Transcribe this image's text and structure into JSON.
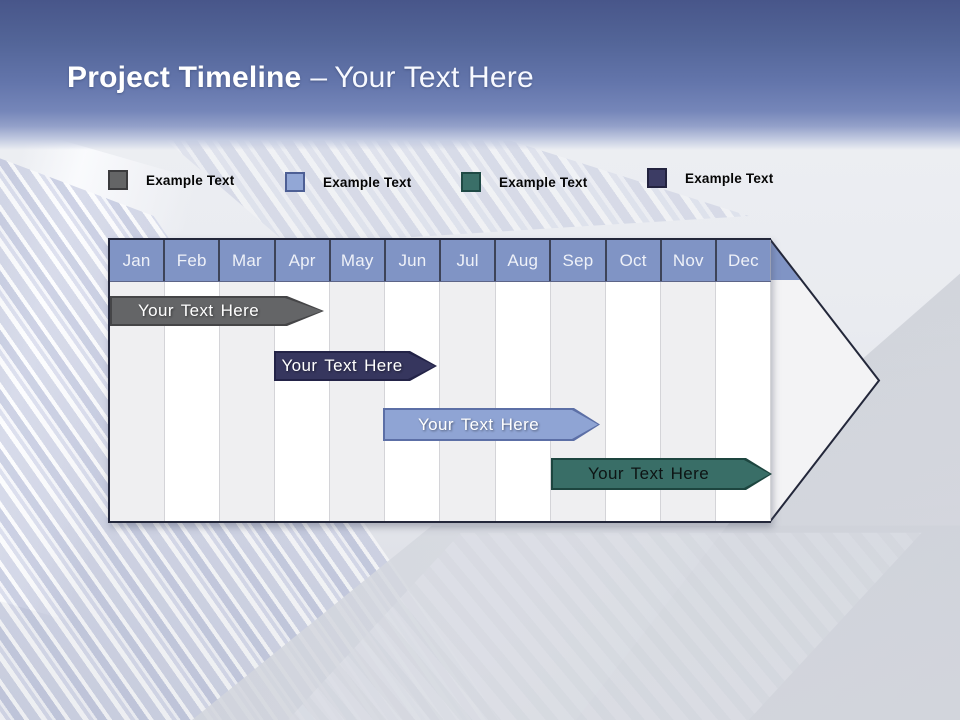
{
  "title": {
    "main": "Project Timeline",
    "separator": "–",
    "subtitle": "Your Text Here"
  },
  "legend": {
    "items": [
      {
        "label": "Example Text",
        "color": "#646566",
        "border": "#3c3c3e"
      },
      {
        "label": "Example Text",
        "color": "#92a7d6",
        "border": "#4d5f95"
      },
      {
        "label": "Example Text",
        "color": "#3a6f68",
        "border": "#1f4a45"
      },
      {
        "label": "Example Text",
        "color": "#3c3c64",
        "border": "#23233f"
      }
    ]
  },
  "chart_data": {
    "type": "gantt",
    "title": "Project Timeline",
    "categories": [
      "Jan",
      "Feb",
      "Mar",
      "Apr",
      "May",
      "Jun",
      "Jul",
      "Aug",
      "Sep",
      "Oct",
      "Nov",
      "Dec"
    ],
    "header_color": "#8094c5",
    "stripe_colors": [
      "#efeff1",
      "#ffffff"
    ],
    "axis_note": "12 equal month columns, Jan–Dec; chart outline is a right-pointing arrow",
    "tasks": [
      {
        "row": 1,
        "label": "Your Text Here",
        "start": "Jan",
        "end": "Mar",
        "start_index": 0.0,
        "end_index": 3.2,
        "tip_end_index": 3.9,
        "color": "#646567",
        "border": "#454547",
        "text_color": "#ffffff"
      },
      {
        "row": 2,
        "label": "Your Text Here",
        "start": "Apr",
        "end": "Jun",
        "start_index": 3.0,
        "end_index": 5.5,
        "tip_end_index": 5.95,
        "color": "#36365e",
        "border": "#232347",
        "text_color": "#ffffff"
      },
      {
        "row": 3,
        "label": "Your Text Here",
        "start": "Jun",
        "end": "Sep",
        "start_index": 5.0,
        "end_index": 8.45,
        "tip_end_index": 8.9,
        "color": "#8fa4d4",
        "border": "#5c6fa6",
        "text_color": "#ffffff"
      },
      {
        "row": 4,
        "label": "Your Text Here",
        "start": "Sep",
        "end": "Dec",
        "start_index": 8.0,
        "end_index": 11.55,
        "tip_end_index": 12.0,
        "color": "#396e67",
        "border": "#1d453f",
        "text_color": "#0d1414"
      }
    ]
  }
}
